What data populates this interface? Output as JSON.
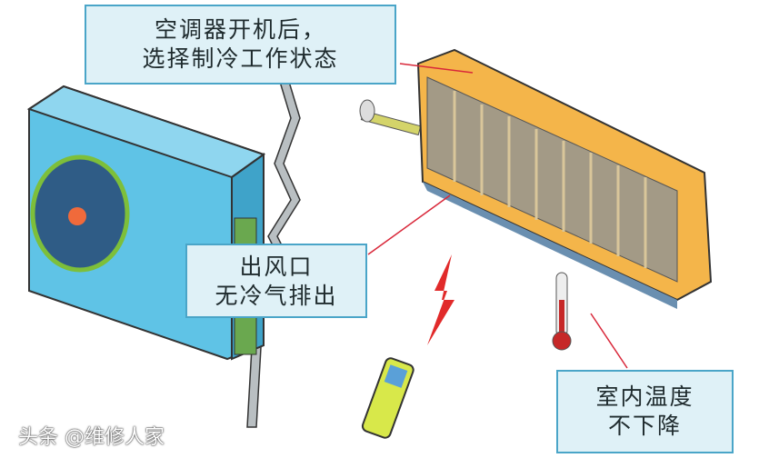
{
  "labels": {
    "top": [
      "空调器开机后，",
      "选择制冷工作状态"
    ],
    "middle": [
      "出风口",
      "无冷气排出"
    ],
    "bottom": [
      "室内温度",
      "不下降"
    ]
  },
  "watermark": "头条 @维修人家",
  "colors": {
    "label_bg": "#dff1f7",
    "label_border": "#4aa5c8",
    "outdoor_unit": "#5fc3e6",
    "indoor_unit": "#f4b54a",
    "leader_line": "#d9283a"
  }
}
